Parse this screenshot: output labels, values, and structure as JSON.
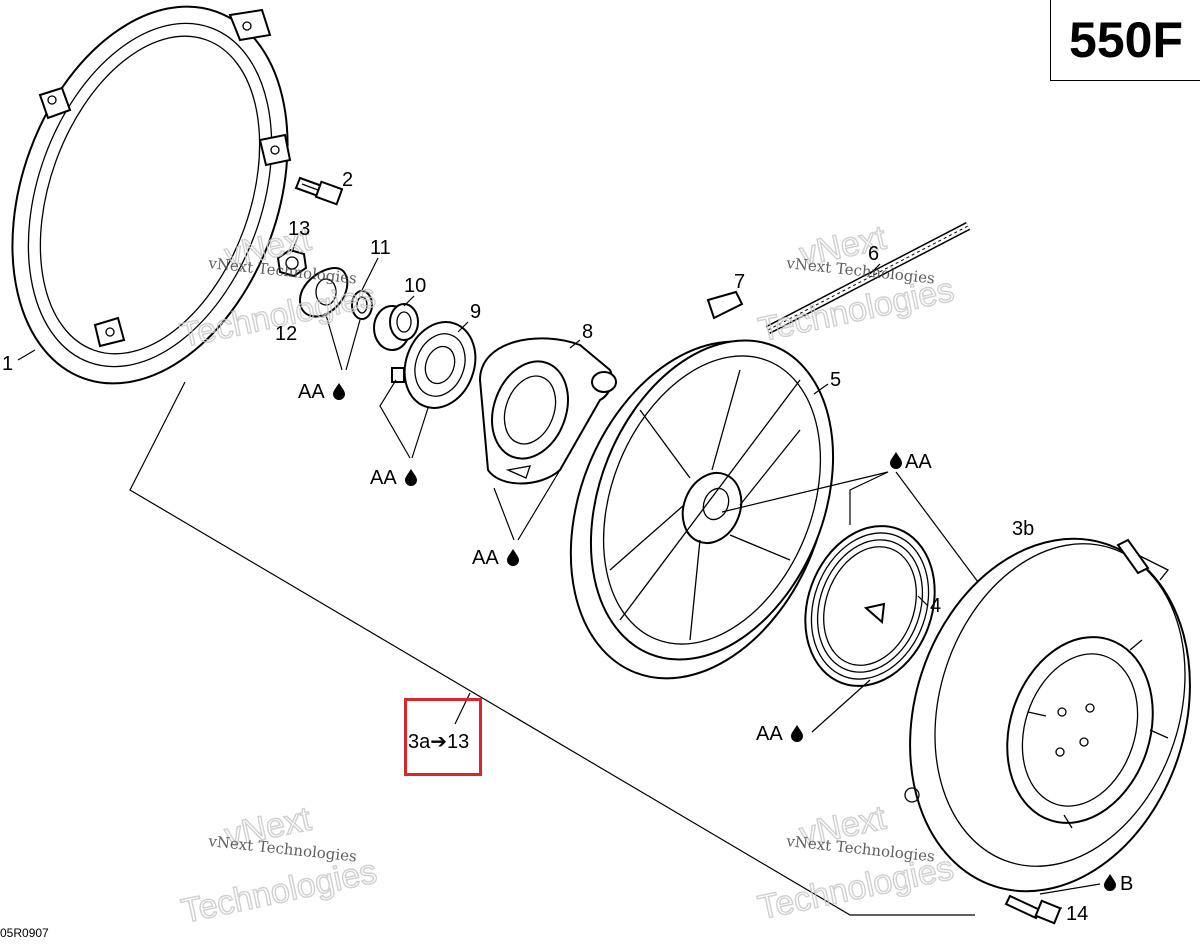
{
  "diagram": {
    "model_code": "550F",
    "figure_id": "05R0907",
    "reference_note": {
      "from": "3a",
      "arrow": "➔",
      "to": "13"
    },
    "watermark": {
      "line1": "vNext Technologies",
      "line2": "vNext Technologies"
    },
    "callouts": [
      "1",
      "2",
      "3b",
      "4",
      "5",
      "6",
      "7",
      "8",
      "9",
      "10",
      "11",
      "12",
      "13",
      "14"
    ],
    "lubricant_marks": {
      "aa_left_12": "AA",
      "aa_spring_9": "AA",
      "aa_housing_8": "AA",
      "aa_top_right": "AA",
      "aa_bottom_spring": "AA",
      "b_bolt_14": "B",
      "drop_icon": "drop-icon"
    },
    "colors": {
      "highlight_box": "#d8262b",
      "ink": "#000000"
    }
  }
}
